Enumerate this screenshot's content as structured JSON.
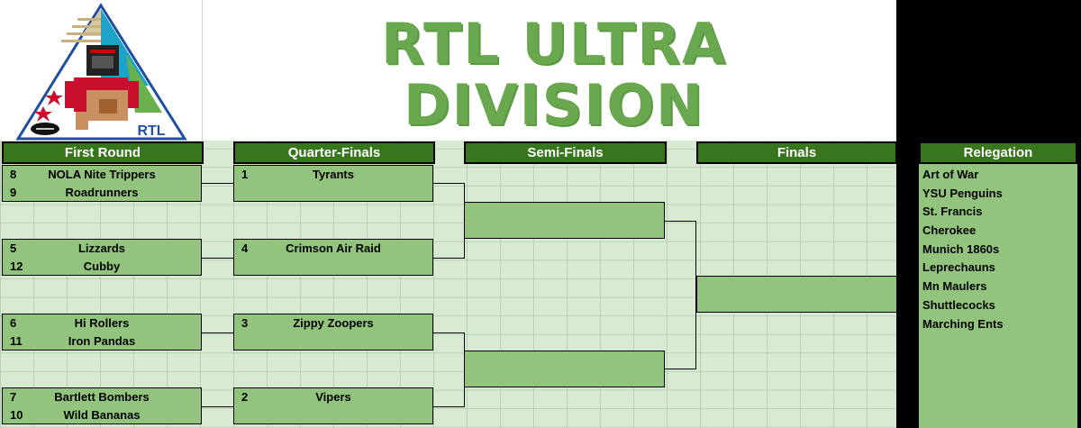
{
  "title": {
    "line1": "RTL ULTRA",
    "line2": "DIVISION"
  },
  "logo": {
    "text": "RTL"
  },
  "rounds": {
    "first_round": "First Round",
    "quarter_finals": "Quarter-Finals",
    "semi_finals": "Semi-Finals",
    "finals": "Finals",
    "relegation": "Relegation"
  },
  "first_round": [
    {
      "seed_a": "8",
      "team_a": "NOLA Nite Trippers",
      "seed_b": "9",
      "team_b": "Roadrunners"
    },
    {
      "seed_a": "5",
      "team_a": "Lizzards",
      "seed_b": "12",
      "team_b": "Cubby"
    },
    {
      "seed_a": "6",
      "team_a": "Hi Rollers",
      "seed_b": "11",
      "team_b": "Iron Pandas"
    },
    {
      "seed_a": "7",
      "team_a": "Bartlett Bombers",
      "seed_b": "10",
      "team_b": "Wild Bananas"
    }
  ],
  "quarter_finals": [
    {
      "seed": "1",
      "team": "Tyrants"
    },
    {
      "seed": "4",
      "team": "Crimson Air Raid"
    },
    {
      "seed": "3",
      "team": "Zippy Zoopers"
    },
    {
      "seed": "2",
      "team": "Vipers"
    }
  ],
  "relegation": [
    "Art of War",
    "YSU Penguins",
    "St. Francis",
    "Cherokee",
    "Munich 1860s",
    "Leprechauns",
    "Mn Maulers",
    "Shuttlecocks",
    "Marching Ents"
  ]
}
